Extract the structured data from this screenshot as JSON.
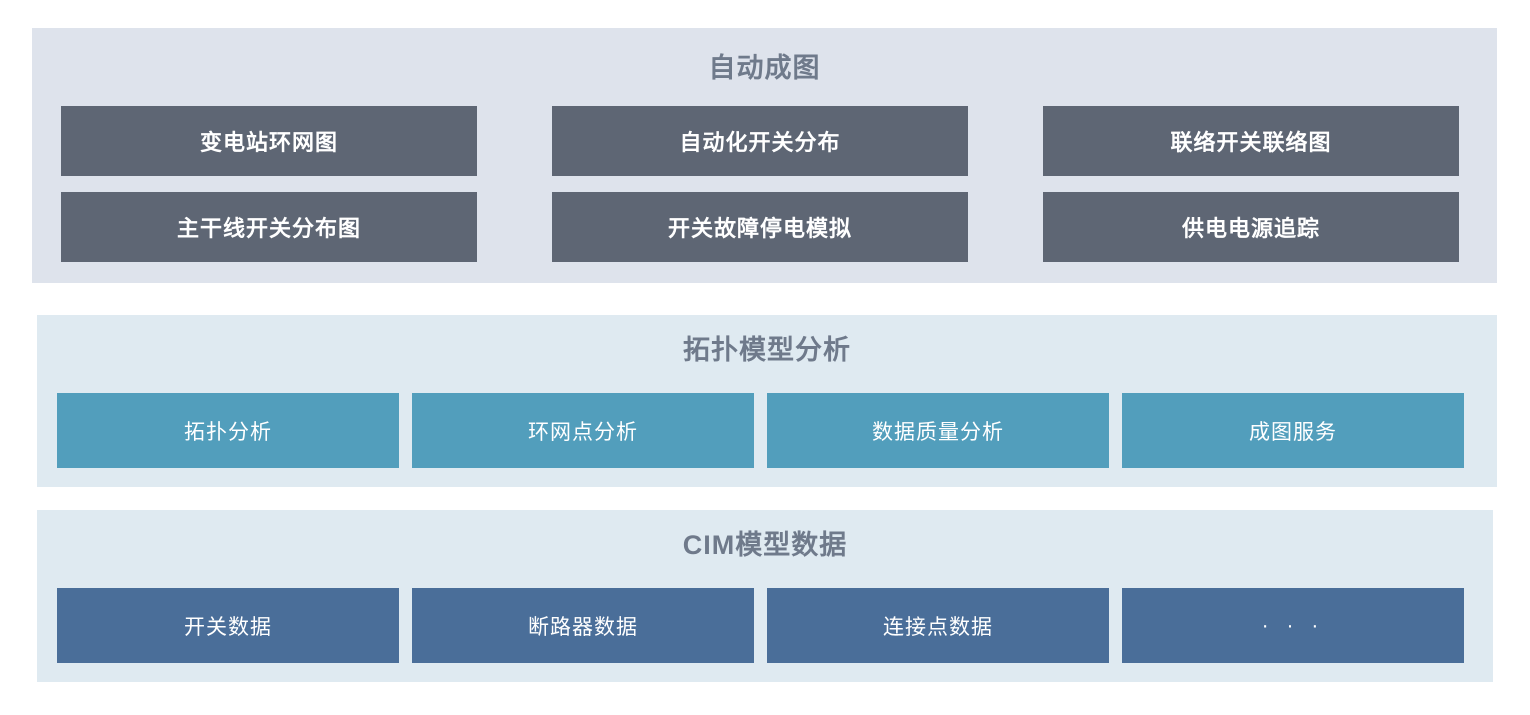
{
  "panels": [
    {
      "id": "auto-mapping",
      "title": "自动成图",
      "style": "dark-slate",
      "bg": "#dee3ec",
      "button_color": "#5e6674",
      "title_color": "#6f7a8b",
      "buttons": [
        {
          "label": "变电站环网图"
        },
        {
          "label": "自动化开关分布"
        },
        {
          "label": "联络开关联络图"
        },
        {
          "label": "主干线开关分布图"
        },
        {
          "label": "开关故障停电模拟"
        },
        {
          "label": "供电电源追踪"
        }
      ]
    },
    {
      "id": "topology-model-analysis",
      "title": "拓扑模型分析",
      "style": "teal",
      "bg": "#dfeaf1",
      "button_color": "#529ebc",
      "title_color": "#6f7a8b",
      "buttons": [
        {
          "label": "拓扑分析"
        },
        {
          "label": "环网点分析"
        },
        {
          "label": "数据质量分析"
        },
        {
          "label": "成图服务"
        }
      ]
    },
    {
      "id": "cim-model-data",
      "title": "CIM模型数据",
      "style": "steel-blue",
      "bg": "#dfeaf1",
      "button_color": "#4a6e99",
      "title_color": "#6f7a8b",
      "buttons": [
        {
          "label": "开关数据"
        },
        {
          "label": "断路器数据"
        },
        {
          "label": "连接点数据"
        },
        {
          "label": "· · ·"
        }
      ]
    }
  ]
}
